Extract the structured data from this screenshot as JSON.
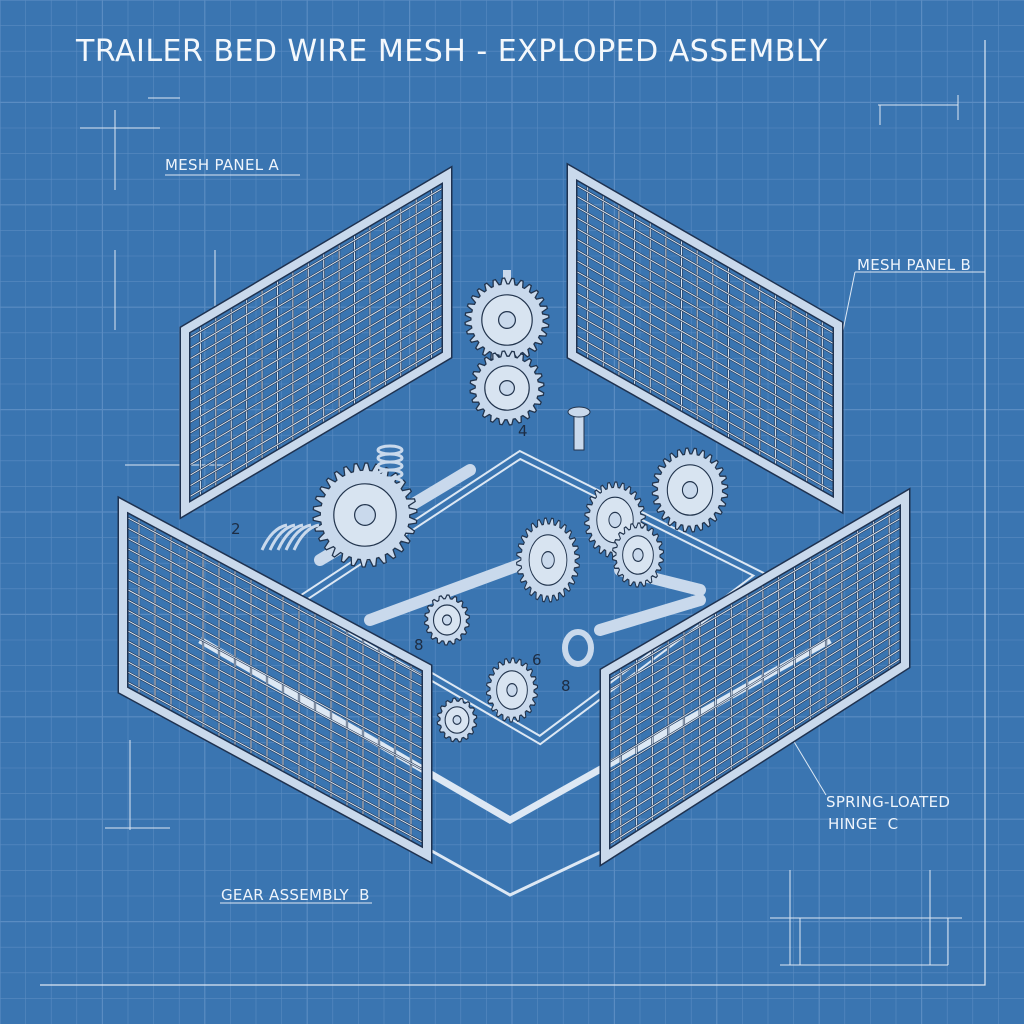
{
  "title": "TRAILER BED WIRE MESH - EXPLOPED ASSEMBLY",
  "labels": {
    "mesh_panel_a": "MESH PANEL A",
    "mesh_panel_b": "MESH PANEL B",
    "hinge_c_line1": "SPRING-LOATED",
    "hinge_c_line2": "HINGE  C",
    "gear_assembly_b": "GEAR ASSEMBLY  B"
  },
  "part_numbers": [
    "2",
    "4",
    "8",
    "6",
    "8"
  ],
  "colors": {
    "background": "#3a75b1",
    "line": "#dde8f4",
    "part_fill": "#c9d9ec",
    "grid": "#5a8cc2"
  }
}
